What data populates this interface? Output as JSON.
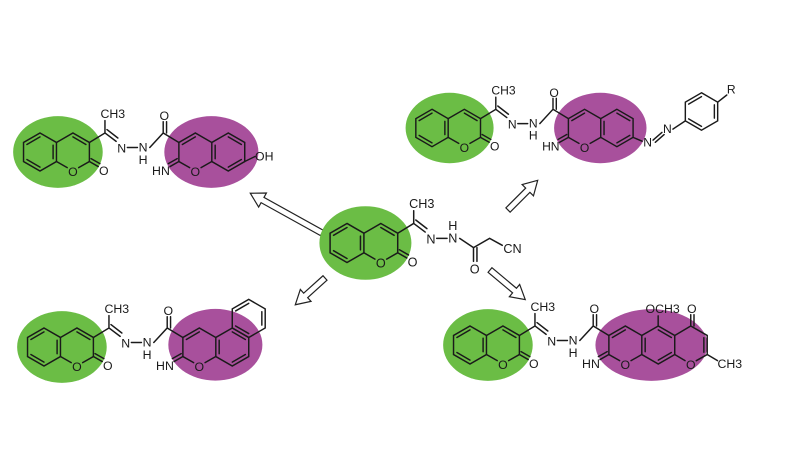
{
  "colors": {
    "coumarin_highlight": "#6bbd45",
    "iminocoumarin_highlight": "#a8509c"
  },
  "atoms": {
    "ch3": "CH3",
    "n": "N",
    "h": "H",
    "o": "O",
    "hn": "HN",
    "oh": "OH",
    "cn": "CN",
    "r": "R",
    "och3": "OCH3"
  }
}
